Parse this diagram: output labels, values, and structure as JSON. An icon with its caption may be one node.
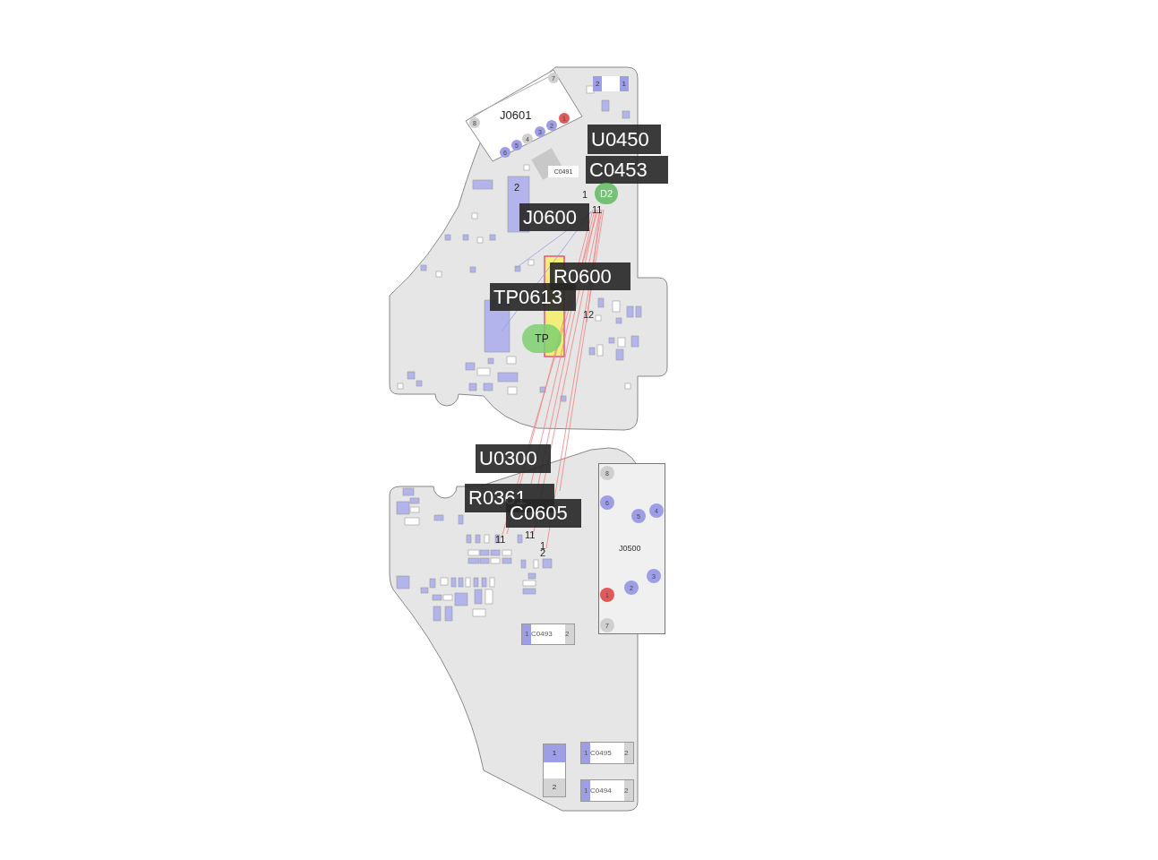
{
  "diagram": {
    "nodes": [
      {
        "text": [
          "J0601"
        ]
      },
      {
        "text": [
          "8"
        ],
        "in": 0
      },
      {
        "text": [
          "6"
        ],
        "in": 0
      },
      {
        "text": [
          "5"
        ],
        "in": 0
      },
      {
        "text": [
          "4"
        ],
        "in": 0
      },
      {
        "text": [
          "3"
        ],
        "in": 0
      },
      {
        "text": [
          "2"
        ],
        "in": 0
      },
      {
        "text": [
          "1"
        ],
        "in": 0
      },
      {
        "text": [
          "7"
        ],
        "in": 0
      },
      {
        "text": [
          "U0450"
        ]
      },
      {
        "text": [
          "C0453"
        ]
      },
      {
        "text": [
          "C0491"
        ]
      },
      {
        "text": [
          "D2"
        ]
      },
      {
        "text": [
          "J0600"
        ]
      },
      {
        "text": [
          "R0600"
        ]
      },
      {
        "text": [
          "TP0613"
        ]
      },
      {
        "text": [
          "TP"
        ]
      },
      {
        "text": [
          "U0300"
        ]
      },
      {
        "text": [
          "R0361"
        ]
      },
      {
        "text": [
          "C0605"
        ]
      },
      {
        "text": [
          "J0500"
        ]
      },
      {
        "text": [
          "8"
        ],
        "in": 20
      },
      {
        "text": [
          "6"
        ],
        "in": 20
      },
      {
        "text": [
          "5"
        ],
        "in": 20
      },
      {
        "text": [
          "4"
        ],
        "in": 20
      },
      {
        "text": [
          "3"
        ],
        "in": 20
      },
      {
        "text": [
          "2"
        ],
        "in": 20
      },
      {
        "text": [
          "1"
        ],
        "in": 20
      },
      {
        "text": [
          "7"
        ],
        "in": 20
      },
      {
        "text": [
          "1",
          "C0493",
          "2"
        ]
      },
      {
        "text": [
          "1",
          "C0495",
          "2"
        ]
      },
      {
        "text": [
          "1",
          "C0494",
          "2"
        ]
      },
      {
        "text": [
          "1",
          "2"
        ]
      },
      {
        "text": [
          "2",
          "1"
        ]
      }
    ],
    "labels": [
      "2",
      "1",
      "11",
      "12",
      "11",
      "11",
      "1",
      "2"
    ]
  }
}
